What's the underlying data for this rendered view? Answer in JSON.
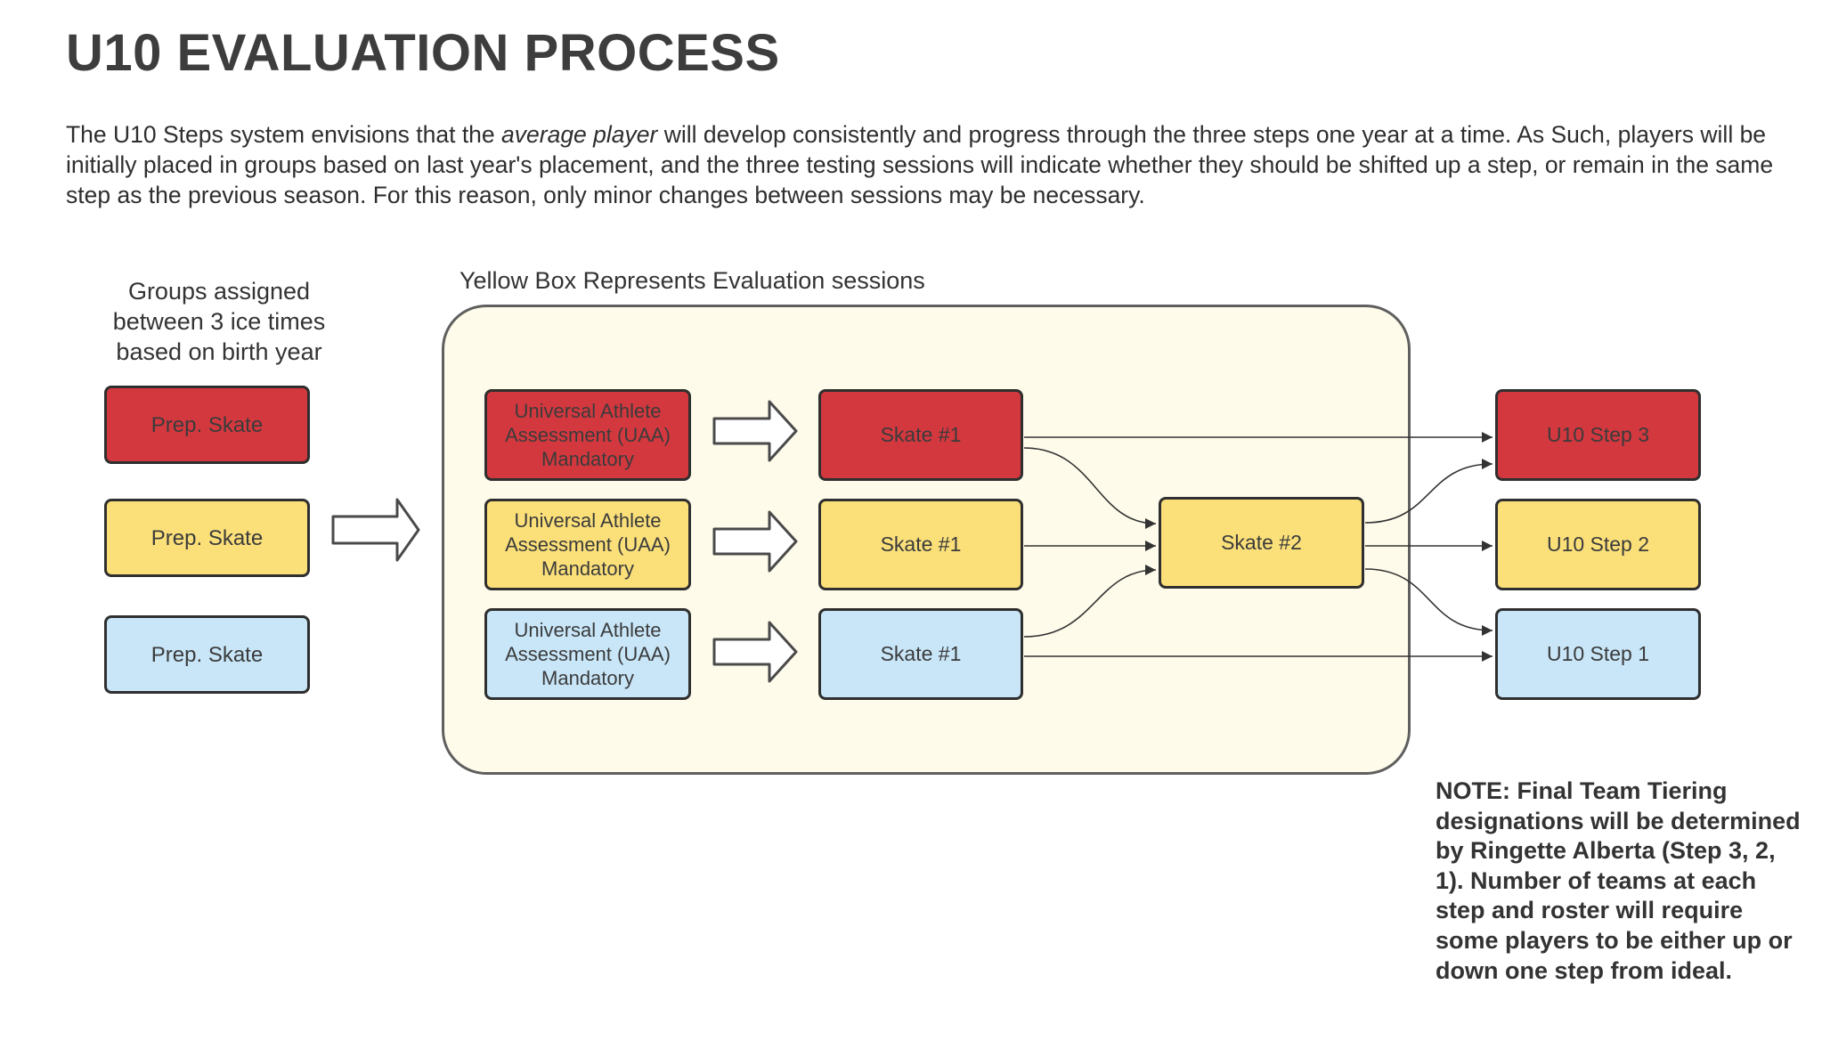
{
  "title": "U10 EVALUATION PROCESS",
  "intro": {
    "before": "The U10 Steps system envisions that the ",
    "emphasis": "average player",
    "after": " will develop consistently and progress through the three steps one year at a time. As Such, players will be initially placed in groups based on last year's placement, and the three testing sessions will indicate whether they should be shifted up a step, or remain in the same step as the previous season. For this reason, only minor changes between sessions may be necessary."
  },
  "groups_label": "Groups assigned between 3 ice times based on birth year",
  "eval_box_label": "Yellow Box Represents Evaluation sessions",
  "colors": {
    "red": "#d4383f",
    "yellow": "#fbe07a",
    "blue": "#c8e6f8",
    "box": "#fefbea"
  },
  "prep_skates": [
    {
      "label": "Prep. Skate",
      "color": "red"
    },
    {
      "label": "Prep. Skate",
      "color": "yellow"
    },
    {
      "label": "Prep. Skate",
      "color": "blue"
    }
  ],
  "uaa": [
    {
      "label": "Universal Athlete Assessment (UAA) Mandatory",
      "color": "red"
    },
    {
      "label": "Universal Athlete Assessment (UAA) Mandatory",
      "color": "yellow"
    },
    {
      "label": "Universal Athlete Assessment (UAA) Mandatory",
      "color": "blue"
    }
  ],
  "skate1": [
    {
      "label": "Skate #1",
      "color": "red"
    },
    {
      "label": "Skate #1",
      "color": "yellow"
    },
    {
      "label": "Skate #1",
      "color": "blue"
    }
  ],
  "skate2": {
    "label": "Skate #2",
    "color": "yellow"
  },
  "steps": [
    {
      "label": "U10 Step 3",
      "color": "red"
    },
    {
      "label": "U10 Step 2",
      "color": "yellow"
    },
    {
      "label": "U10 Step 1",
      "color": "blue"
    }
  ],
  "note": "NOTE: Final Team Tiering designations will be determined by Ringette Alberta (Step 3, 2, 1). Number of teams at each step and roster will require some players to be either up or down one step from ideal."
}
